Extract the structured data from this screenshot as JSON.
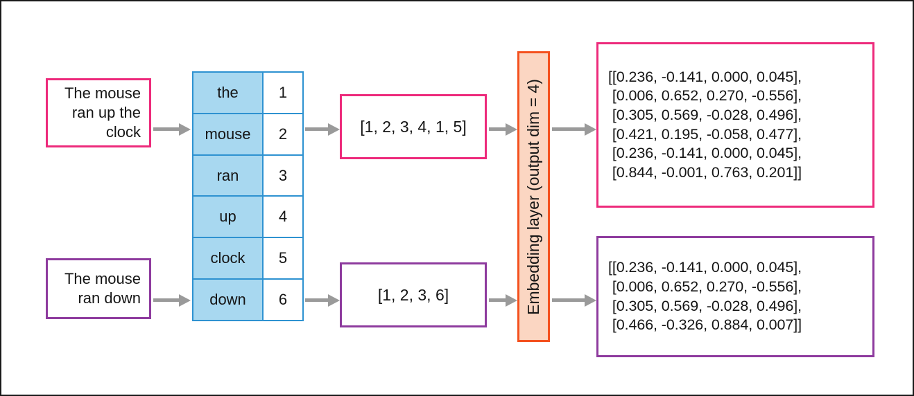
{
  "diagram": {
    "title": "Embedding layer pipeline",
    "colors": {
      "pink": "#ED2A7B",
      "purple": "#8E3B9E",
      "orange": "#F4511E",
      "orange_fill": "#FBD6C2",
      "table_blue_fill": "#A8D8F0",
      "table_blue_border": "#2E92D1",
      "arrow_gray": "#9A9A9A",
      "frame": "#1a1a1a"
    }
  },
  "inputs": [
    {
      "id": "top",
      "text": "The mouse\nran up the\nclock",
      "accent": "#ED2A7B"
    },
    {
      "id": "bottom",
      "text": "The mouse\nran down",
      "accent": "#8E3B9E"
    }
  ],
  "vocabulary": {
    "rows": [
      {
        "word": "the",
        "index": "1"
      },
      {
        "word": "mouse",
        "index": "2"
      },
      {
        "word": "ran",
        "index": "3"
      },
      {
        "word": "up",
        "index": "4"
      },
      {
        "word": "clock",
        "index": "5"
      },
      {
        "word": "down",
        "index": "6"
      }
    ]
  },
  "sequences": [
    {
      "id": "top",
      "text": "[1, 2, 3, 4, 1, 5]",
      "accent": "#ED2A7B"
    },
    {
      "id": "bottom",
      "text": "[1, 2, 3, 6]",
      "accent": "#8E3B9E"
    }
  ],
  "embedding_layer": {
    "label": "Embedding layer (output dim = 4)",
    "output_dim": 4
  },
  "outputs": [
    {
      "id": "top",
      "accent": "#ED2A7B",
      "text": "[[0.236, -0.141, 0.000, 0.045],\n [0.006, 0.652, 0.270, -0.556],\n [0.305, 0.569, -0.028, 0.496],\n [0.421, 0.195, -0.058, 0.477],\n [0.236, -0.141, 0.000, 0.045],\n [0.844, -0.001, 0.763, 0.201]]",
      "matrix": [
        [
          0.236,
          -0.141,
          0.0,
          0.045
        ],
        [
          0.006,
          0.652,
          0.27,
          -0.556
        ],
        [
          0.305,
          0.569,
          -0.028,
          0.496
        ],
        [
          0.421,
          0.195,
          -0.058,
          0.477
        ],
        [
          0.236,
          -0.141,
          0.0,
          0.045
        ],
        [
          0.844,
          -0.001,
          0.763,
          0.201
        ]
      ]
    },
    {
      "id": "bottom",
      "accent": "#8E3B9E",
      "text": "[[0.236, -0.141, 0.000, 0.045],\n [0.006, 0.652, 0.270, -0.556],\n [0.305, 0.569, -0.028, 0.496],\n [0.466, -0.326, 0.884, 0.007]]",
      "matrix": [
        [
          0.236,
          -0.141,
          0.0,
          0.045
        ],
        [
          0.006,
          0.652,
          0.27,
          -0.556
        ],
        [
          0.305,
          0.569,
          -0.028,
          0.496
        ],
        [
          0.466,
          -0.326,
          0.884,
          0.007
        ]
      ]
    }
  ]
}
